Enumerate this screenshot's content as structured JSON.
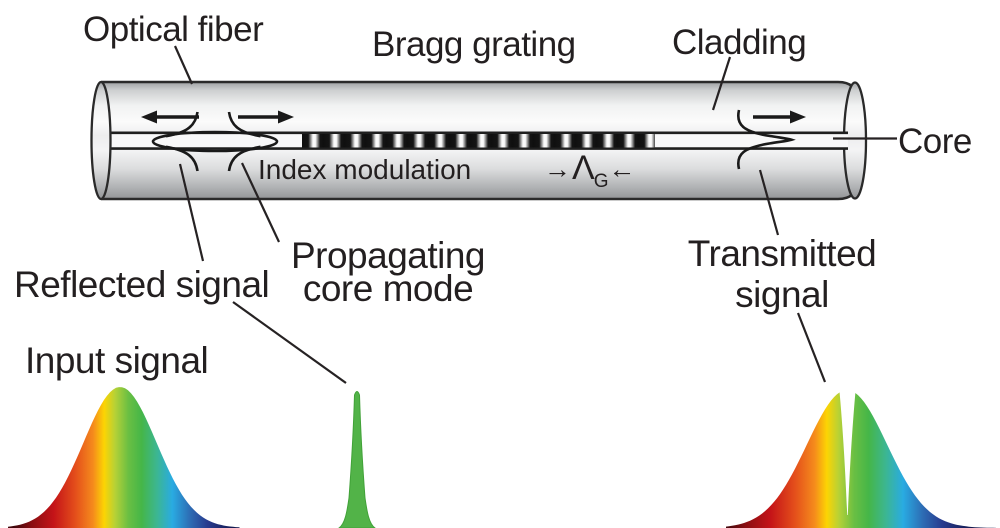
{
  "figure": {
    "title_semantic": "Fiber Bragg grating diagram with input, reflected and transmitted spectra",
    "background": "#ffffff"
  },
  "labels": {
    "optical_fiber": "Optical fiber",
    "bragg_grating": "Bragg grating",
    "cladding": "Cladding",
    "core": "Core",
    "index_modulation": "Index modulation",
    "grating_period_arrow_right": "→",
    "grating_period_symbol": "Λ",
    "grating_period_subscript": "G",
    "grating_period_arrow_left": "←",
    "reflected_signal": "Reflected signal",
    "propagating_core_mode_line1": "Propagating",
    "propagating_core_mode_line2": "core mode",
    "input_signal": "Input signal",
    "transmitted_signal_line1": "Transmitted",
    "transmitted_signal_line2": "signal"
  },
  "icons": {
    "reflected_direction_arrow": "left-arrow",
    "propagating_direction_arrow": "right-arrow",
    "transmitted_direction_arrow": "right-arrow",
    "grating_period_arrows": "inward-arrows"
  },
  "colors": {
    "ink": "#262223",
    "fiber_outline": "#2a2a2a",
    "fiber_gray_dark": "#97999b",
    "fiber_gray_light": "#fbfbfb",
    "grating_dark": "#0f0f0f",
    "grating_light": "#fafafa",
    "reflected_peak_green": "#52b348",
    "spectrum_stops": [
      [
        0.0,
        "#3f060a"
      ],
      [
        0.08,
        "#8a0e12"
      ],
      [
        0.18,
        "#c41318"
      ],
      [
        0.28,
        "#e44f1b"
      ],
      [
        0.36,
        "#f58b1c"
      ],
      [
        0.41,
        "#fcd403"
      ],
      [
        0.46,
        "#b5d137"
      ],
      [
        0.52,
        "#6abf43"
      ],
      [
        0.58,
        "#45b648"
      ],
      [
        0.65,
        "#3cb692"
      ],
      [
        0.72,
        "#29abe2"
      ],
      [
        0.8,
        "#2d6cb4"
      ],
      [
        0.88,
        "#283a8e"
      ],
      [
        1.0,
        "#131a4e"
      ]
    ]
  },
  "chart_data": {
    "type": "area",
    "x_axis": "wavelength (qualitative; rainbow fill maps position to color)",
    "y_axis": "intensity (qualitative, no axes drawn)",
    "series": [
      {
        "name": "Input signal",
        "shape": "broad gaussian spectrum",
        "fill": "visible-spectrum gradient",
        "render": {
          "kind": "gauss",
          "x0": 8,
          "x1": 240,
          "base": 528,
          "cx": 120,
          "sigma": 36.5,
          "height": 141,
          "grad": "spectrumGradInput",
          "gx1": 14,
          "gx2": 234
        }
      },
      {
        "name": "Reflected signal",
        "shape": "narrow peak at Bragg wavelength ΛG",
        "fill": "#52b348",
        "render": {
          "kind": "spike",
          "cx": 357,
          "tip_y": 388,
          "base": 528,
          "half_tip": 2.5,
          "half_base": 13,
          "foot": 18
        }
      },
      {
        "name": "Transmitted signal",
        "shape": "broad gaussian with narrow notch removed at Bragg wavelength",
        "fill": "visible-spectrum gradient",
        "render": {
          "kind": "gauss",
          "x0": 726,
          "x1": 996,
          "base": 528,
          "cx": 847,
          "sigma": 40,
          "height": 138,
          "grad": "spectrumGradTrans",
          "gx1": 726,
          "gx2": 972,
          "notch": {
            "cx": 847.5,
            "top_y": 386,
            "bottom_y": 515,
            "half_top": 8.5
          }
        }
      }
    ]
  }
}
